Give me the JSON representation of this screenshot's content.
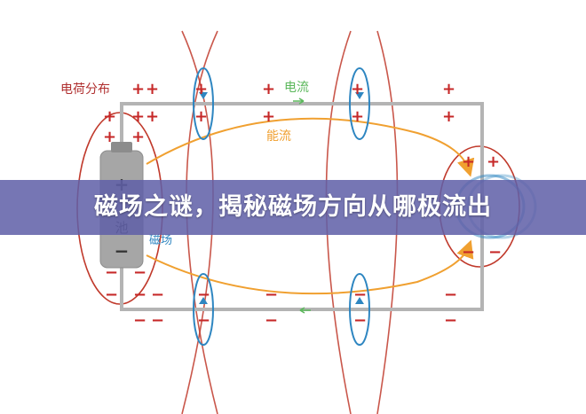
{
  "diagram": {
    "labels": {
      "charge_distribution": "电荷分布",
      "current": "电流",
      "energy_flow": "能流",
      "magnetic_field": "磁场",
      "battery_char": "池"
    },
    "symbols": {
      "plus": "+",
      "minus": "−"
    },
    "colors": {
      "wire": "#b4b4b4",
      "charge": "#c62828",
      "field_line": "#c0392b",
      "energy": "#f0a030",
      "magnetic": "#2e86c1",
      "current": "#5cb85c",
      "battery_body": "#a6a6a6"
    }
  },
  "banner": {
    "title": "磁场之谜，揭秘磁场方向从哪极流出",
    "background": "#6060a8"
  }
}
